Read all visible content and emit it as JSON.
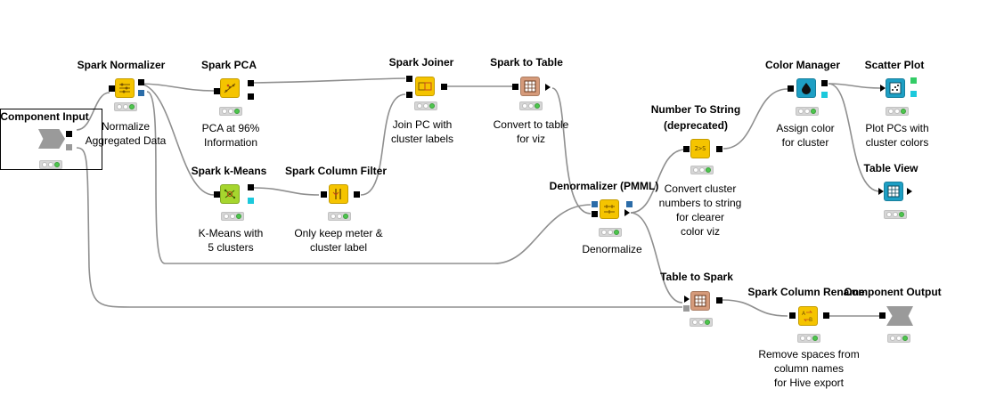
{
  "workflow": {
    "nodes": [
      {
        "key": "component_input",
        "title": "Component Input",
        "desc": [],
        "color": "#9a9a9a",
        "icon": "component-input-icon",
        "status": "executed"
      },
      {
        "key": "spark_normalizer",
        "title": "Spark Normalizer",
        "desc": [
          "Normalize",
          "Aggregated Data"
        ],
        "color": "#f5c400",
        "icon": "normalizer-icon",
        "status": "executed"
      },
      {
        "key": "spark_pca",
        "title": "Spark PCA",
        "desc": [
          "PCA at 96%",
          "Information"
        ],
        "color": "#f5c400",
        "icon": "pca-icon",
        "status": "executed"
      },
      {
        "key": "spark_joiner",
        "title": "Spark Joiner",
        "desc": [
          "Join PC with",
          "cluster labels"
        ],
        "color": "#f5c400",
        "icon": "joiner-icon",
        "status": "executed"
      },
      {
        "key": "spark_to_table",
        "title": "Spark to Table",
        "desc": [
          "Convert to table",
          "for viz"
        ],
        "color": "#d59a7a",
        "icon": "table-convert-icon",
        "status": "executed"
      },
      {
        "key": "color_manager",
        "title": "Color Manager",
        "desc": [
          "Assign color",
          "for cluster"
        ],
        "color": "#1e9fc4",
        "icon": "droplet-icon",
        "status": "executed"
      },
      {
        "key": "scatter_plot",
        "title": "Scatter Plot",
        "desc": [
          "Plot PCs with",
          "cluster colors"
        ],
        "color": "#1e9fc4",
        "icon": "scatter-icon",
        "status": "executed"
      },
      {
        "key": "spark_kmeans",
        "title": "Spark k-Means",
        "desc": [
          "K-Means with",
          "5 clusters"
        ],
        "color": "#a6d62e",
        "icon": "kmeans-icon",
        "status": "executed"
      },
      {
        "key": "spark_column_filter",
        "title": "Spark Column Filter",
        "desc": [
          "Only keep meter &",
          "cluster label"
        ],
        "color": "#f5c400",
        "icon": "column-filter-icon",
        "status": "executed"
      },
      {
        "key": "denormalizer",
        "title": "Denormalizer (PMML)",
        "desc": [
          "Denormalize"
        ],
        "color": "#f5c400",
        "icon": "denormalizer-icon",
        "status": "executed"
      },
      {
        "key": "number_to_string",
        "title": "Number To String",
        "title2": "(deprecated)",
        "desc": [
          "Convert cluster",
          "numbers to string",
          "for clearer",
          "color viz"
        ],
        "color": "#f5c400",
        "icon": "number-to-string-icon",
        "status": "executed"
      },
      {
        "key": "table_view",
        "title": "Table View",
        "desc": [],
        "color": "#1e9fc4",
        "icon": "table-icon",
        "status": "executed"
      },
      {
        "key": "table_to_spark",
        "title": "Table to Spark",
        "desc": [],
        "color": "#d59a7a",
        "icon": "table-convert-icon",
        "status": "executed"
      },
      {
        "key": "spark_column_rename",
        "title": "Spark Column Rename",
        "desc": [
          "Remove spaces from",
          "column names",
          "for Hive export"
        ],
        "color": "#f5c400",
        "icon": "rename-icon",
        "status": "executed"
      },
      {
        "key": "component_output",
        "title": "Component Output",
        "desc": [],
        "color": "#9a9a9a",
        "icon": "component-output-icon",
        "status": "executed"
      }
    ],
    "number_icon_label": "2>S"
  }
}
